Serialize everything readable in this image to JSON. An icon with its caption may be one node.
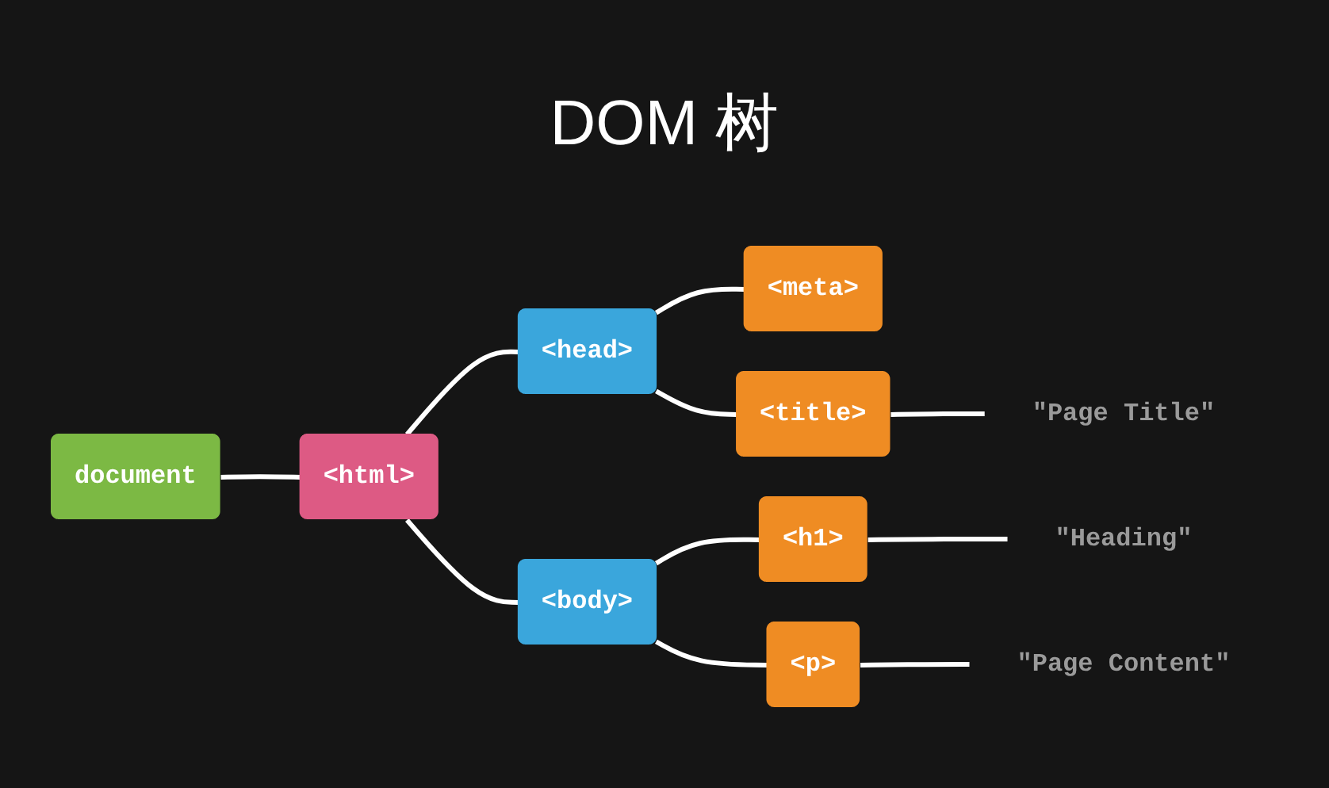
{
  "diagram": {
    "title": "DOM 树",
    "nodes": [
      {
        "text": [
          "document"
        ]
      },
      {
        "text": [
          "<html>"
        ]
      },
      {
        "text": [
          "<head>"
        ]
      },
      {
        "text": [
          "<body>"
        ]
      },
      {
        "text": [
          "<meta>"
        ]
      },
      {
        "text": [
          "<title>"
        ]
      },
      {
        "text": [
          "<h1>"
        ]
      },
      {
        "text": [
          "<p>"
        ]
      },
      {
        "text": [
          "\"Page Title\""
        ]
      },
      {
        "text": [
          "\"Heading\""
        ]
      },
      {
        "text": [
          "\"Page Content\""
        ]
      }
    ],
    "edges": [
      {
        "from": 0,
        "to": 1,
        "arrow": "none"
      },
      {
        "from": 1,
        "to": 2,
        "arrow": "none"
      },
      {
        "from": 1,
        "to": 3,
        "arrow": "none"
      },
      {
        "from": 2,
        "to": 4,
        "arrow": "none"
      },
      {
        "from": 2,
        "to": 5,
        "arrow": "none"
      },
      {
        "from": 3,
        "to": 6,
        "arrow": "none"
      },
      {
        "from": 3,
        "to": 7,
        "arrow": "none"
      },
      {
        "from": 5,
        "to": 8,
        "arrow": "none"
      },
      {
        "from": 6,
        "to": 9,
        "arrow": "none"
      },
      {
        "from": 7,
        "to": 10,
        "arrow": "none"
      }
    ]
  }
}
